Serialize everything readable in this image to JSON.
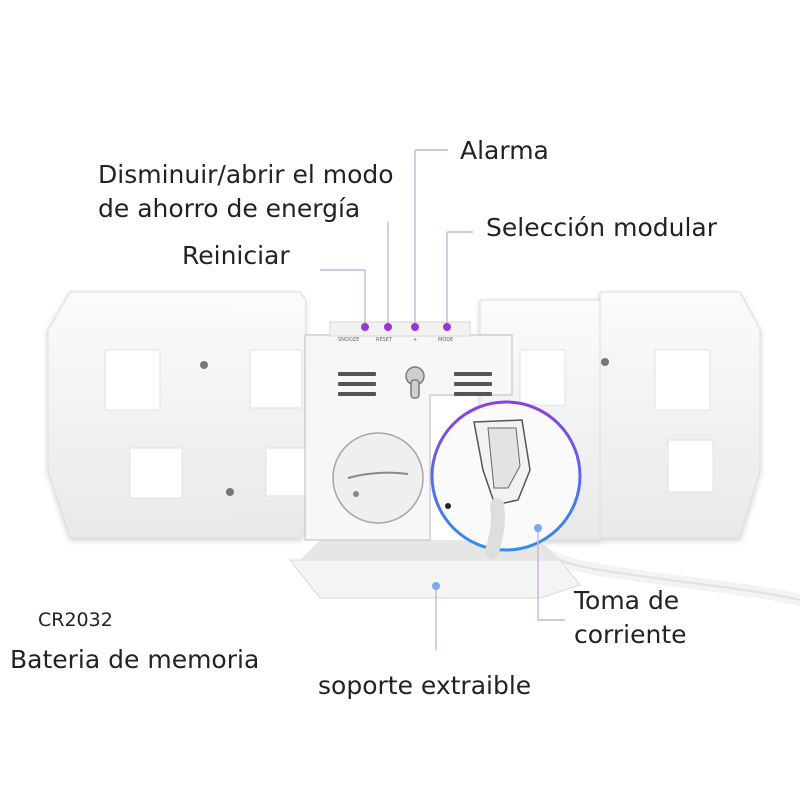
{
  "labels": {
    "alarm": "Alarma",
    "energy_mode": "Disminuir/abrir el modo\nde ahorro de energía",
    "mode_select": "Selección modular",
    "reset": "Reiniciar",
    "power_socket": "Toma de\ncorriente",
    "battery_model": "CR2032",
    "battery": "Bateria de memoria",
    "stand": "soporte extraible"
  },
  "button_strip_text": [
    "SNOOZE",
    "RESET",
    "+",
    "MODE"
  ],
  "colors": {
    "callout_line": "#c9b3d6",
    "button_dot": "#9b35d6",
    "ring_start": "#8b3fe0",
    "ring_end": "#2f8ff0",
    "text": "#222222",
    "clock_body": "#f1f1f1"
  }
}
